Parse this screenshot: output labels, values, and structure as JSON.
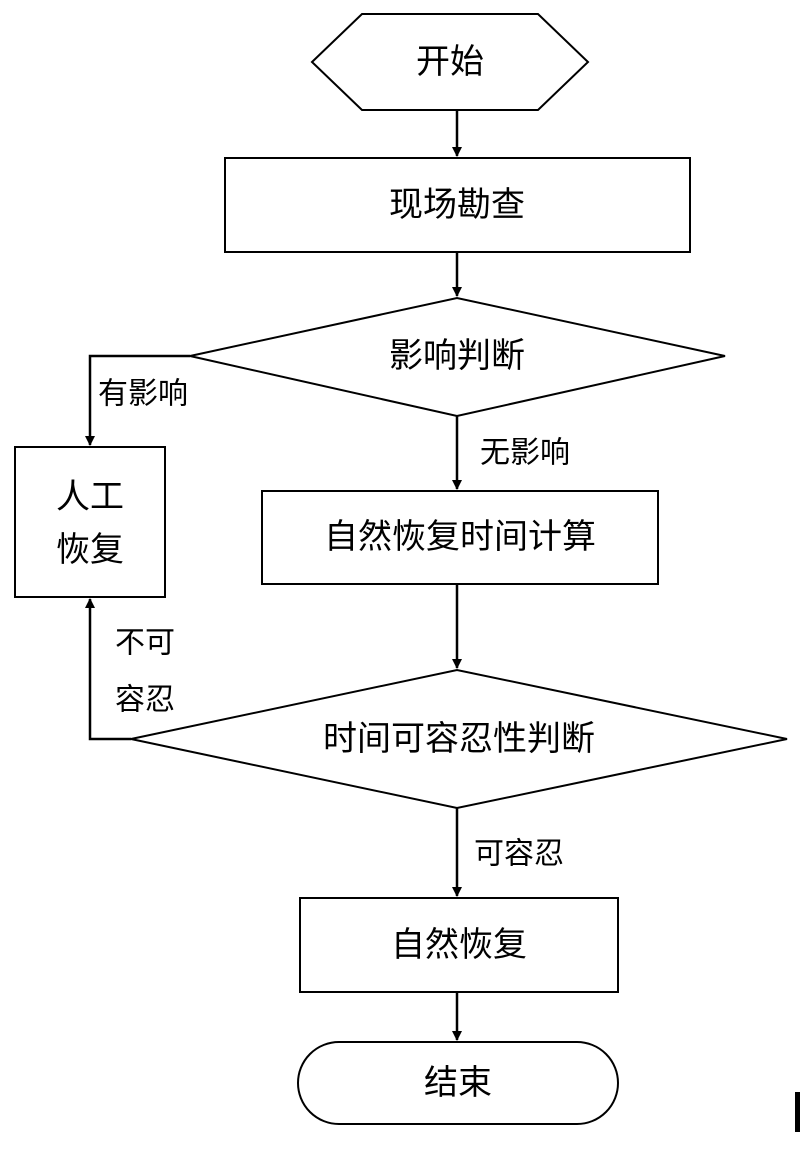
{
  "diagram": {
    "nodes": {
      "start": {
        "label": "开始",
        "shape": "hexagon"
      },
      "survey": {
        "label": "现场勘查",
        "shape": "rectangle"
      },
      "impact": {
        "label": "影响判断",
        "shape": "diamond"
      },
      "manual": {
        "label_line1": "人工",
        "label_line2": "恢复",
        "shape": "rectangle"
      },
      "calc": {
        "label": "自然恢复时间计算",
        "shape": "rectangle"
      },
      "tolerance": {
        "label": "时间可容忍性判断",
        "shape": "diamond"
      },
      "natural": {
        "label": "自然恢复",
        "shape": "rectangle"
      },
      "end": {
        "label": "结束",
        "shape": "terminator"
      }
    },
    "edges": {
      "start_survey": {
        "from": "start",
        "to": "survey",
        "label": ""
      },
      "survey_impact": {
        "from": "survey",
        "to": "impact",
        "label": ""
      },
      "impact_manual": {
        "from": "impact",
        "to": "manual",
        "label": "有影响"
      },
      "impact_calc": {
        "from": "impact",
        "to": "calc",
        "label": "无影响"
      },
      "calc_tolerance": {
        "from": "calc",
        "to": "tolerance",
        "label": ""
      },
      "tolerance_manual": {
        "from": "tolerance",
        "to": "manual",
        "label_line1": "不可",
        "label_line2": "容忍"
      },
      "tolerance_natural": {
        "from": "tolerance",
        "to": "natural",
        "label": "可容忍"
      },
      "natural_end": {
        "from": "natural",
        "to": "end",
        "label": ""
      }
    },
    "colors": {
      "stroke": "#000000",
      "fill": "#ffffff",
      "text": "#000000"
    }
  }
}
